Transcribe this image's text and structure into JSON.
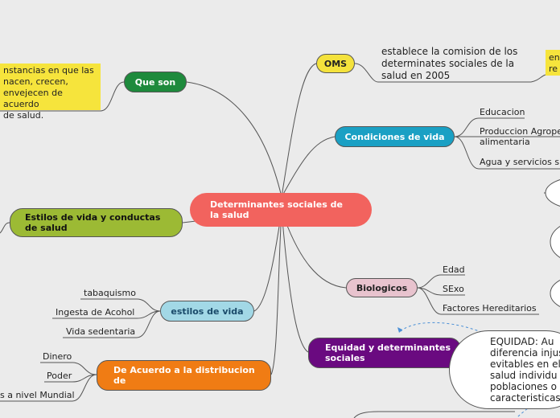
{
  "central": {
    "label": "Determinantes sociales de la salud",
    "color": "#f2635e"
  },
  "right": {
    "oms": {
      "label": "OMS",
      "color": "#f4e23c",
      "text": [
        "establece la comision de los",
        "determinates sociales de la",
        "salud en 2005"
      ],
      "note": [
        "en",
        "re"
      ]
    },
    "condiciones": {
      "label": "Condiciones de vida",
      "color": "#1aa0c4",
      "items": [
        "Educacion",
        "Produccion Agrope",
        "alimentaria",
        "Agua y servicios s"
      ]
    },
    "biologicos": {
      "label": "Biologicos",
      "color": "#e8c3ce",
      "items": [
        "Edad",
        "SExo",
        "Factores Hereditarios"
      ]
    },
    "equidad": {
      "label": "Equidad y determinantes sociales",
      "color": "#6a0a80",
      "callout": [
        "EQUIDAD:  Au",
        "diferencia injus",
        "evitables en el",
        "salud individu",
        "poblaciones o g",
        "caracteristicas"
      ]
    }
  },
  "left": {
    "que_son": {
      "label": "Que son",
      "color": "#1e8a3c",
      "note": [
        "nstancias en que las",
        "nacen, crecen,",
        "envejecen de acuerdo",
        "de salud."
      ]
    },
    "estilos_conductas": {
      "label": "Estilos de vida y conductas de salud",
      "color": "#9cba34"
    },
    "estilos_vida": {
      "label": "estilos de vida",
      "color": "#a2d8e6",
      "items": [
        "tabaquismo",
        "Ingesta de Acohol",
        "Vida sedentaria"
      ]
    },
    "distribucion": {
      "label": "De Acuerdo a la distribucion de",
      "color": "#f07c14",
      "items": [
        "Dinero",
        "Poder",
        "s a nivel Mundial"
      ]
    }
  }
}
